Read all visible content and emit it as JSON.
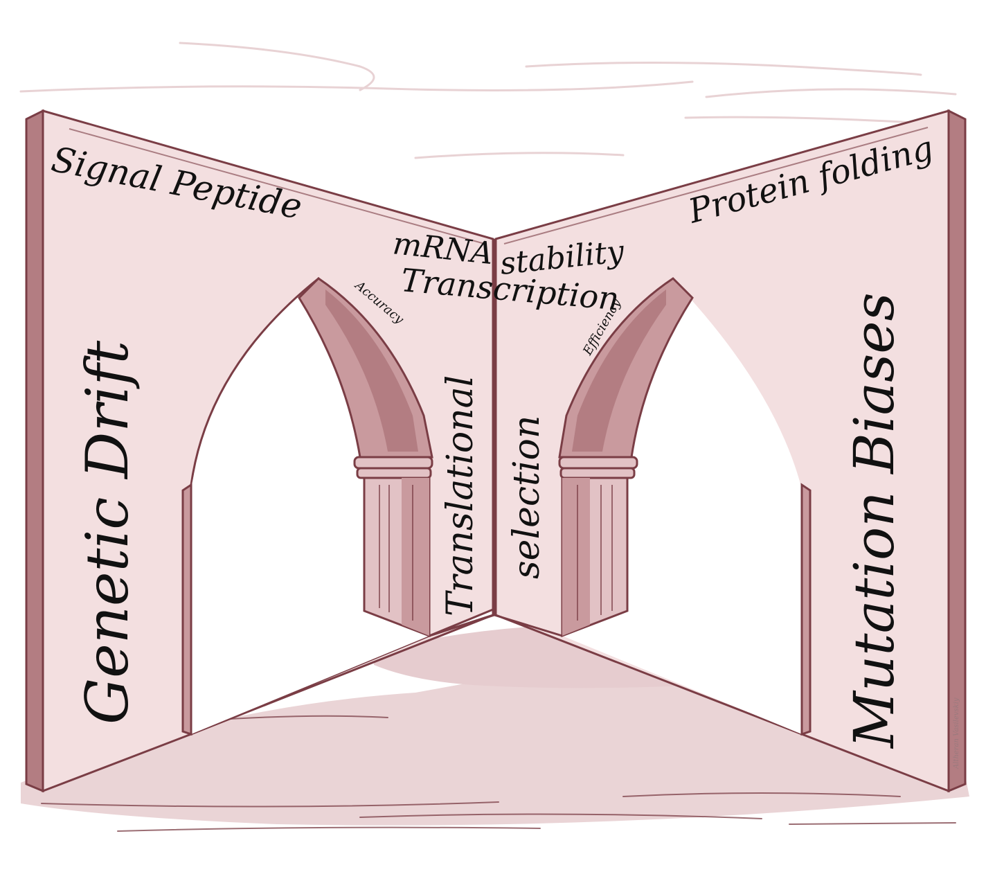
{
  "colors": {
    "wall_fill": "#f3dfe0",
    "wall_stroke": "#7a3d45",
    "arch_dark": "#b37d82",
    "arch_mid": "#c99a9e",
    "column": "#e2c2c5",
    "floor_shadow": "#ead4d6",
    "sky_streak": "#e8d2d4",
    "text": "#111111"
  },
  "labels": {
    "signal_peptide": "Signal Peptide",
    "protein_folding": "Protein folding",
    "mrna": "mRNA",
    "stability": "stability",
    "transcription": "Transcription",
    "accuracy": "Accuracy",
    "efficiency": "Efficiency",
    "translational": "Translational",
    "selection": "selection",
    "genetic_drift": "Genetic Drift",
    "mutation_biases": "Mutation Biases",
    "signature": "Altheran Vasilevskiy"
  },
  "icons": {
    "scene": "gothic-arch-book-icon"
  }
}
